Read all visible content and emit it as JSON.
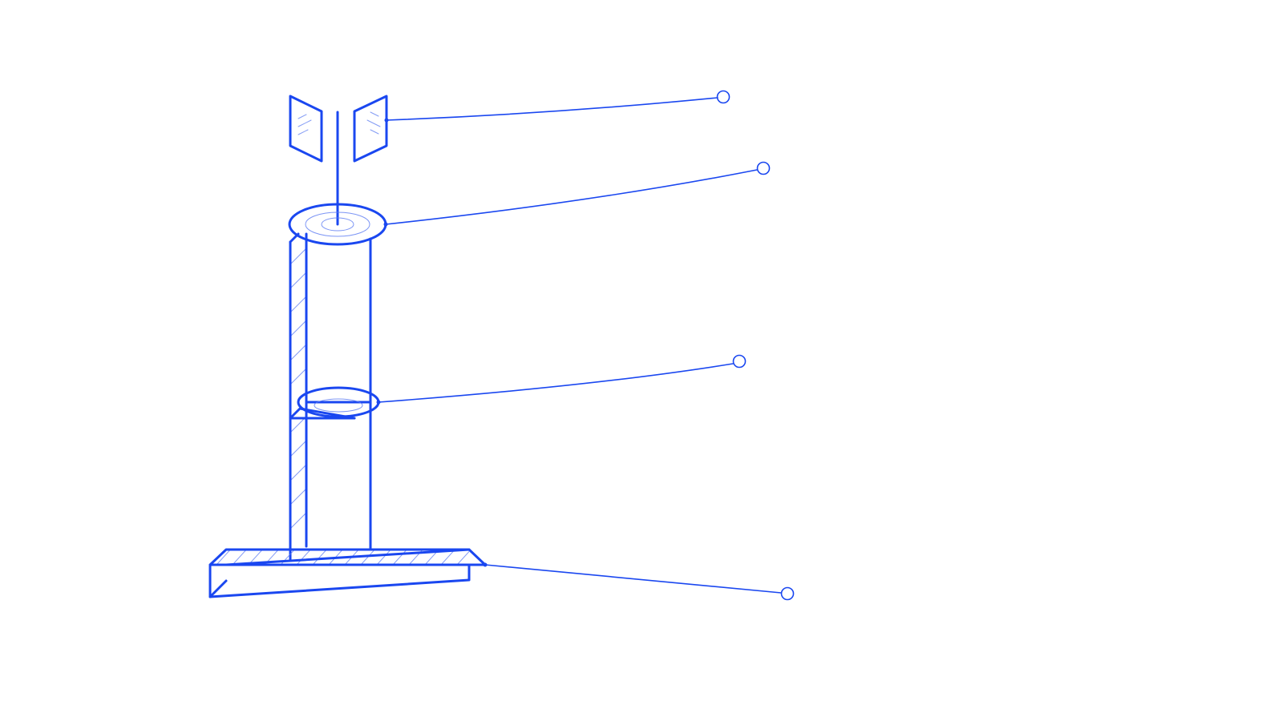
{
  "colors": {
    "stroke": "#1a47f0",
    "hatch": "#5b7bf2",
    "background": "#ffffff"
  },
  "diagram": {
    "type": "exploded-view illustration with callouts",
    "parts": [
      "blades",
      "top-disc",
      "middle-collar",
      "base-plate"
    ],
    "callouts": [
      {
        "part": "blades",
        "label": ""
      },
      {
        "part": "top-disc",
        "label": ""
      },
      {
        "part": "middle-collar",
        "label": ""
      },
      {
        "part": "base-plate",
        "label": ""
      }
    ]
  }
}
